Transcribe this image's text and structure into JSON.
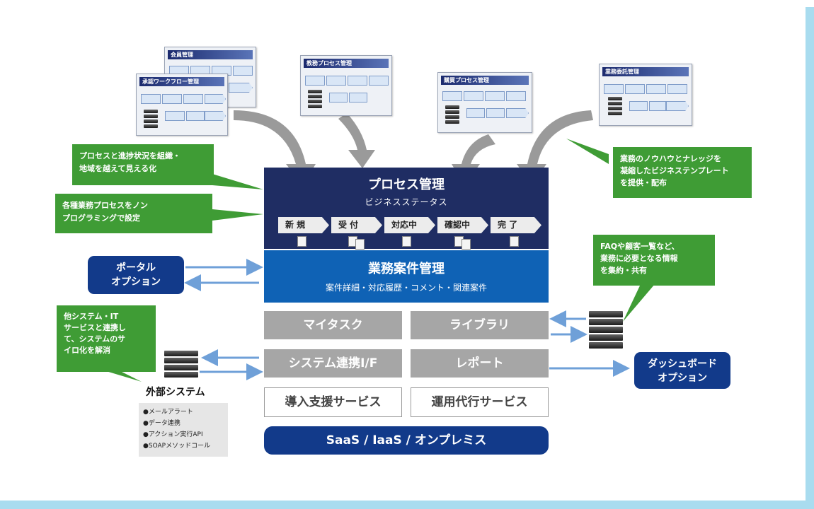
{
  "windows": {
    "member": "会員管理",
    "approval": "承認ワークフロー管理",
    "dept": "教務プロセス管理",
    "purchase": "購買プロセス管理",
    "outsourcing": "業務委託管理"
  },
  "notes": {
    "visualize": "プロセスと進捗状況を組織・\n地域を越えて見える化",
    "nonprog": "各種業務プロセスをノン\nプログラミングで設定",
    "template": "業務のノウハウとナレッジを\n凝縮したビジネステンプレート\nを提供・配布",
    "faq": "FAQや顧客一覧など、\n業務に必要となる情報\nを集約・共有",
    "silo": "他システム・IT\nサービスと連携し\nて、システムのサ\nイロ化を解消"
  },
  "process": {
    "title": "プロセス管理",
    "subtitle": "ビジネスステータス",
    "steps": [
      "新 規",
      "受 付",
      "対応中",
      "確認中",
      "完 了"
    ]
  },
  "case": {
    "title": "業務案件管理",
    "subtitle": "案件詳細・対応履歴・コメント・関連案件"
  },
  "modules": {
    "mytask": "マイタスク",
    "library": "ライブラリ",
    "sysif": "システム連携I/F",
    "report": "レポート",
    "intro": "導入支援サービス",
    "ops": "運用代行サービス"
  },
  "platform": "SaaS / IaaS / オンプレミス",
  "portal_option": "ポータル\nオプション",
  "dashboard_option": "ダッシュボード\nオプション",
  "external": {
    "label": "外部システム",
    "items": [
      "●メールアラート",
      "●データ連携",
      "●アクション実行API",
      "●SOAPメソッドコール"
    ]
  },
  "colors": {
    "navy": "#1f2d63",
    "blue": "#0f62b5",
    "green": "#3f9c35",
    "gray": "#a6a6a6",
    "frame": "#a9dcef"
  }
}
